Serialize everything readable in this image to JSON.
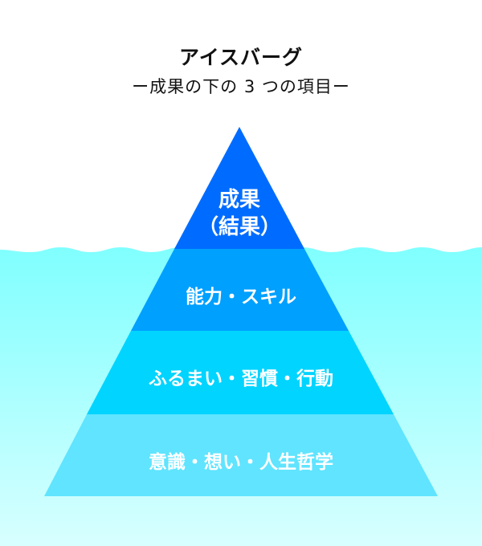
{
  "title": "アイスバーグ",
  "subtitle": "ー成果の下の 3 つの項目ー",
  "colors": {
    "water_top": "#80ffff",
    "water_bottom": "#d8ffff",
    "layers": [
      "#006cff",
      "#00a0ff",
      "#00d4ff",
      "#60e4ff"
    ]
  },
  "layers": [
    {
      "line1": "成果",
      "line2": "（結果）"
    },
    {
      "label": "能力・スキル"
    },
    {
      "label": "ふるまい・習慣・行動"
    },
    {
      "label": "意識・想い・人生哲学"
    }
  ]
}
